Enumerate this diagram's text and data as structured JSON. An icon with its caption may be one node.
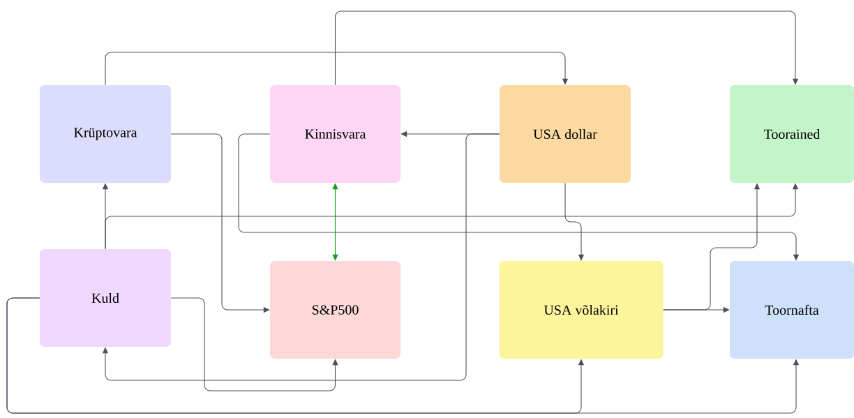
{
  "diagram": {
    "nodes": [
      {
        "text": [
          "Krüptovara"
        ]
      },
      {
        "text": [
          "Kinnisvara"
        ]
      },
      {
        "text": [
          "USA dollar"
        ]
      },
      {
        "text": [
          "Toorained"
        ]
      },
      {
        "text": [
          "Kuld"
        ]
      },
      {
        "text": [
          "S&P500"
        ]
      },
      {
        "text": [
          "USA võlakiri"
        ]
      },
      {
        "text": [
          "Toornafta"
        ]
      }
    ],
    "edges": [
      {
        "from": 0,
        "to": 2,
        "arrow": "to"
      },
      {
        "from": 1,
        "to": 3,
        "arrow": "to"
      },
      {
        "from": 0,
        "to": 5,
        "arrow": "to"
      },
      {
        "from": 2,
        "to": 1,
        "arrow": "to"
      },
      {
        "from": 2,
        "to": 4,
        "arrow": "to"
      },
      {
        "from": 1,
        "to": 7,
        "arrow": "to"
      },
      {
        "from": 1,
        "to": 5,
        "arrow": "both",
        "color": "#169b16"
      },
      {
        "from": 4,
        "to": 0,
        "arrow": "to"
      },
      {
        "from": 4,
        "to": 3,
        "arrow": "to"
      },
      {
        "from": 4,
        "to": 5,
        "arrow": "to"
      },
      {
        "from": 4,
        "to": 6,
        "arrow": "to"
      },
      {
        "from": 4,
        "to": 7,
        "arrow": "to"
      },
      {
        "from": 2,
        "to": 6,
        "arrow": "to"
      },
      {
        "from": 6,
        "to": 7,
        "arrow": "to"
      },
      {
        "from": 6,
        "to": 3,
        "arrow": "to"
      }
    ]
  }
}
